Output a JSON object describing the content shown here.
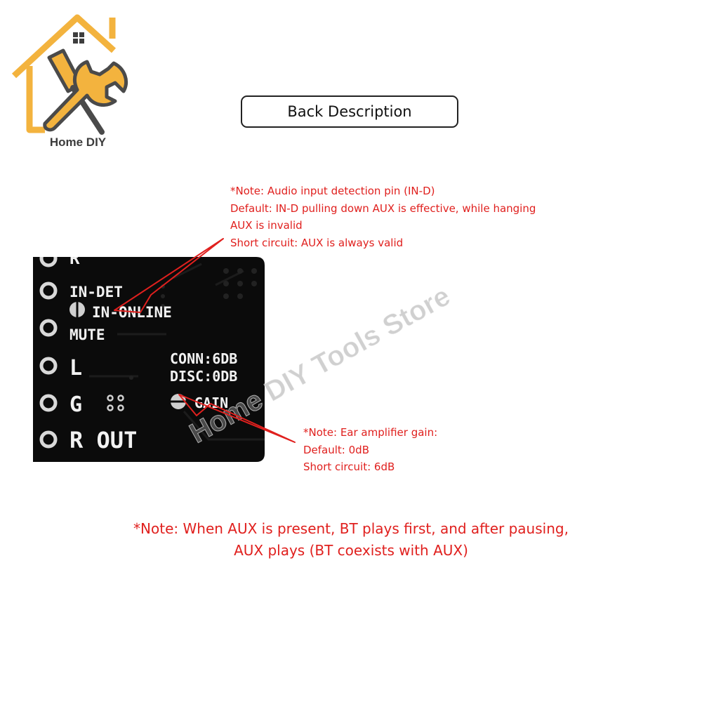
{
  "logo": {
    "icon": "house-tools-logo",
    "text": "Home DIY",
    "colors": {
      "house": "#f3b33e",
      "tools": "#4a4a4a"
    }
  },
  "title": "Back Description",
  "note_input_detect": [
    "*Note: Audio input detection pin (IN-D)",
    "Default: IN-D pulling down AUX is effective, while hanging",
    "AUX is invalid",
    "Short circuit: AUX is always valid"
  ],
  "note_gain": [
    "*Note: Ear amplifier gain:",
    "Default: 0dB",
    "Short circuit: 6dB"
  ],
  "bottom_note": [
    "*Note: When AUX is present, BT plays first, and after pausing,",
    "AUX plays (BT coexists with AUX)"
  ],
  "board": {
    "labels": {
      "r_top": "R",
      "in_det": "IN-DET",
      "in_online": "IN-ONLINE",
      "mute": "MUTE",
      "l": "L",
      "g": "G",
      "r_out": "R OUT",
      "conn": "CONN:6DB",
      "disc": "DISC:0DB",
      "gain": "GAIN"
    },
    "watermark": "Home DIY Tools Store"
  },
  "colors": {
    "note_red": "#e0201e",
    "board_black": "#0b0b0b",
    "silkscreen": "#f2f2f2",
    "pad": "#d9d9d9"
  }
}
